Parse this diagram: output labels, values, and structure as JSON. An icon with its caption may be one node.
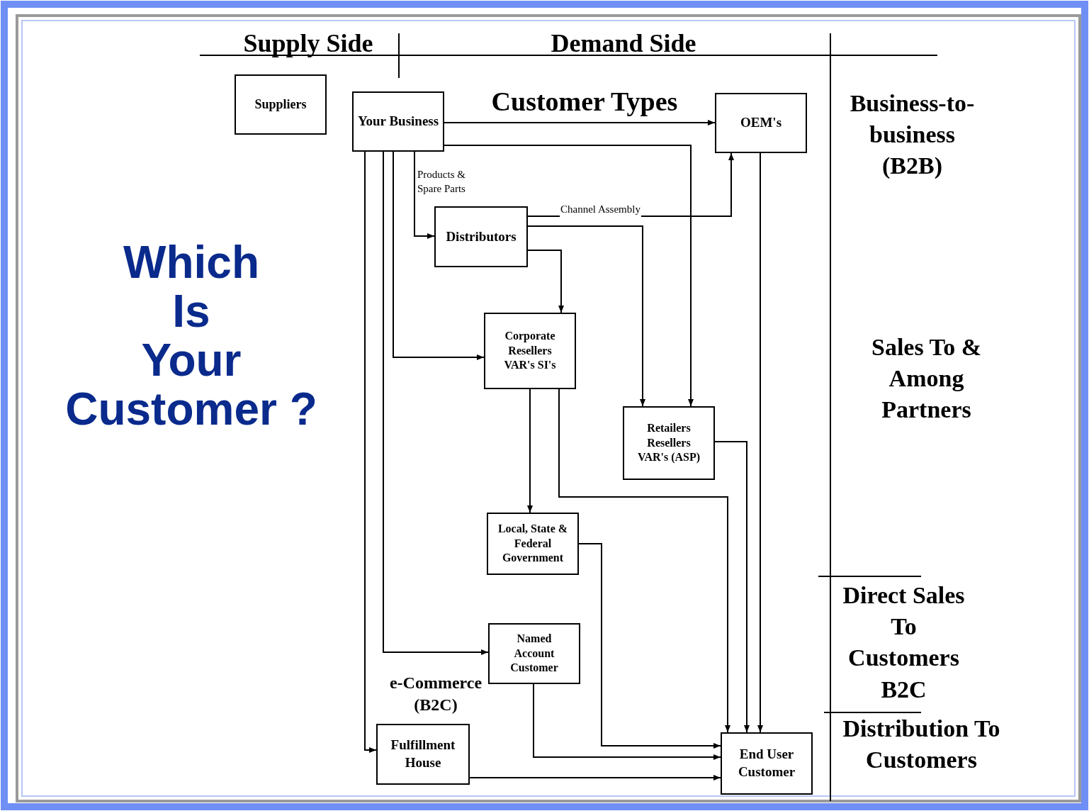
{
  "diagram": {
    "title": "Which Is Your Customer ?",
    "nodes": [
      {
        "text": [
          "Suppliers"
        ]
      },
      {
        "text": [
          "Your Business"
        ]
      },
      {
        "text": [
          "OEM's"
        ]
      },
      {
        "text": [
          "Distributors"
        ]
      },
      {
        "text": [
          "Corporate Resellers VAR's SI's"
        ]
      },
      {
        "text": [
          "Retailers Resellers VAR's (ASP)"
        ]
      },
      {
        "text": [
          "Local, State & Federal Government"
        ]
      },
      {
        "text": [
          "Named Account Customer"
        ]
      },
      {
        "text": [
          "Fulfillment House"
        ]
      },
      {
        "text": [
          "End User Customer"
        ]
      }
    ],
    "edges": [
      {
        "from": 1,
        "to": 2,
        "arrow": "to"
      },
      {
        "from": 1,
        "to": 5,
        "arrow": "to"
      },
      {
        "from": 1,
        "to": 3,
        "arrow": "to",
        "label": "Products & Spare Parts"
      },
      {
        "from": 1,
        "to": 4,
        "arrow": "to"
      },
      {
        "from": 1,
        "to": 7,
        "arrow": "to"
      },
      {
        "from": 1,
        "to": 8,
        "arrow": "to"
      },
      {
        "from": 3,
        "to": 2,
        "arrow": "to",
        "label": "Channel Assembly"
      },
      {
        "from": 3,
        "to": 5,
        "arrow": "to"
      },
      {
        "from": 3,
        "to": 4,
        "arrow": "to"
      },
      {
        "from": 4,
        "to": 6,
        "arrow": "to"
      },
      {
        "from": 4,
        "to": 9,
        "arrow": "to"
      },
      {
        "from": 5,
        "to": 9,
        "arrow": "to"
      },
      {
        "from": 2,
        "to": 9,
        "arrow": "to"
      },
      {
        "from": 6,
        "to": 9,
        "arrow": "to"
      },
      {
        "from": 7,
        "to": 9,
        "arrow": "to"
      },
      {
        "from": 8,
        "to": 9,
        "arrow": "to"
      }
    ],
    "labels": [
      "Supply Side",
      "Demand Side",
      "Customer Types",
      "Business-to-business (B2B)",
      "Sales To & Among Partners",
      "Direct Sales To Customers B2C",
      "Distribution To Customers",
      "e-Commerce (B2C)"
    ]
  }
}
